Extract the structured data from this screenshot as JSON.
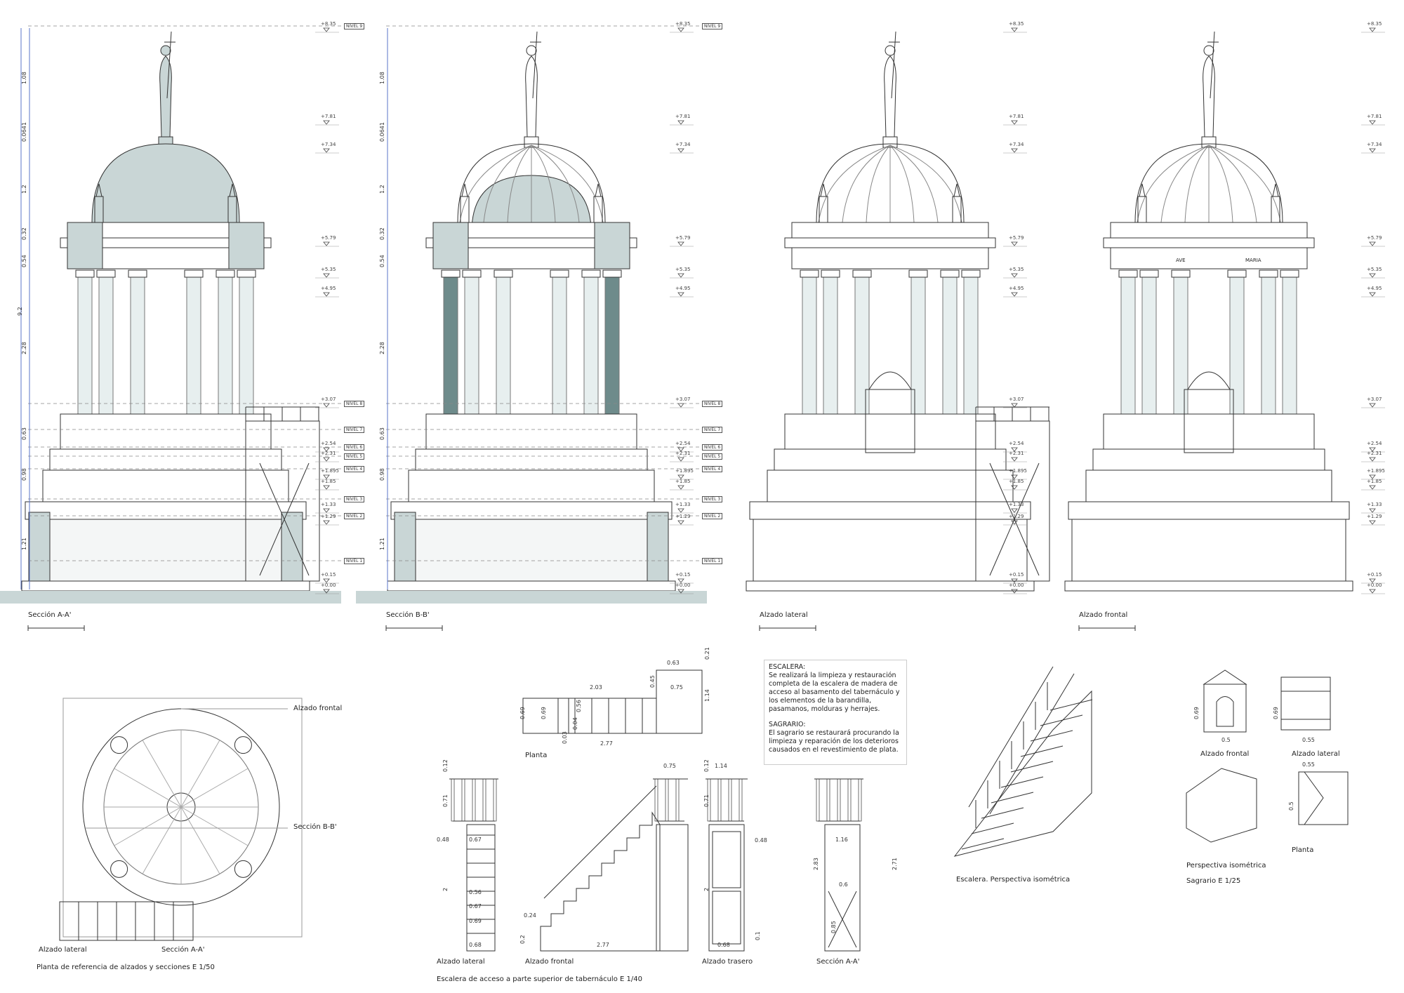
{
  "captions": {
    "seccion_aa": "Sección A-A'",
    "seccion_bb": "Sección B-B'",
    "alzado_lateral": "Alzado lateral",
    "alzado_frontal": "Alzado frontal",
    "plan_caption": "Planta de referencia de alzados y secciones E 1/50",
    "plan_alzado_frontal": "Alzado frontal",
    "plan_seccion_bb": "Sección B-B'",
    "plan_alzado_lateral": "Alzado lateral",
    "plan_seccion_aa": "Sección A-A'",
    "stair_planta": "Planta",
    "stair_lateral": "Alzado lateral",
    "stair_frontal": "Alzado frontal",
    "stair_trasero": "Alzado trasero",
    "stair_seccion": "Sección A-A'",
    "stair_caption": "Escalera de acceso a parte superior de tabernáculo E 1/40",
    "stair_iso": "Escalera. Perspectiva isométrica",
    "sag_frontal": "Alzado frontal",
    "sag_lateral": "Alzado lateral",
    "sag_iso": "Perspectiva isométrica",
    "sag_planta": "Planta",
    "sag_caption": "Sagrario E 1/25"
  },
  "frieze": {
    "ave": "AVE",
    "maria": "MARIA"
  },
  "levels": [
    "+8.35",
    "+7.81",
    "+7.34",
    "+5.79",
    "+5.35",
    "+4.95",
    "+3.07",
    "+2.54",
    "+2.31",
    "+1.895",
    "+1.85",
    "+1.33",
    "+1.29",
    "+0.15",
    "+0.00"
  ],
  "niveles": [
    "NIVEL 9",
    "NIVEL 8",
    "NIVEL 7",
    "NIVEL 6",
    "NIVEL 5",
    "NIVEL 4",
    "NIVEL 3",
    "NIVEL 2",
    "NIVEL 1"
  ],
  "vertical_dims": [
    "1.08",
    "0.0641",
    "1.2",
    "0.32",
    "0.54",
    "2.28",
    "0.63",
    "0.98",
    "1.21"
  ],
  "total_height": "9.2",
  "stair_plan_dims": [
    "0.63",
    "0.21",
    "2.03",
    "0.45",
    "0.75",
    "1.14",
    "0.69",
    "0.69",
    "0.56",
    "0.04",
    "0.03",
    "2.77"
  ],
  "stair_elev_dims": {
    "lateral": [
      "0.12",
      "0.71",
      "2",
      "0.48",
      "0.67",
      "0.56",
      "0.67",
      "0.69",
      "0.68"
    ],
    "frontal": [
      "0.75",
      "0.24",
      "0.2",
      "2.77"
    ],
    "trasero": [
      "0.12",
      "1.14",
      "0.71",
      "2",
      "0.48",
      "0.1",
      "0.68"
    ],
    "seccion": [
      "1.16",
      "2.83",
      "2.71",
      "0.6",
      "0.85"
    ]
  },
  "sag_dims": [
    "0.69",
    "0.5",
    "0.69",
    "0.55",
    "0.55",
    "0.5"
  ],
  "note": {
    "h1": "ESCALERA:",
    "p1": "Se realizará la limpieza y restauración completa de la escalera de madera de acceso al basamento del tabernáculo y los elementos de la barandilla, pasamanos, molduras y herrajes.",
    "h2": "SAGRARIO:",
    "p2": "El sagrario se restaurará procurando la limpieza y reparación de los deterioros causados en el revestimiento de plata."
  },
  "colors": {
    "section_fill": "#c9d6d6",
    "line": "#333333",
    "dim": "#5a74c8"
  }
}
